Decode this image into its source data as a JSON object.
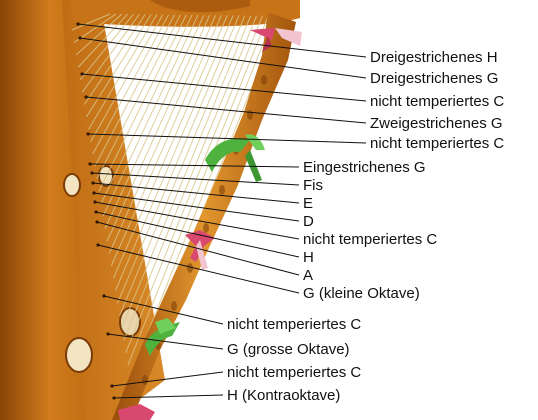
{
  "photo": {
    "subject": "wooden harp with strings",
    "colors": {
      "wood": "#c77418",
      "wood_dark": "#8a4408",
      "wood_light": "#e2962e",
      "string": "#d9c58a",
      "leader_line": "#111111",
      "ribbon_pink": "#d9486e",
      "ribbon_green": "#4fb23f"
    }
  },
  "labels": [
    {
      "text": "Dreigestrichenes H"
    },
    {
      "text": "Dreigestrichenes G"
    },
    {
      "text": "nicht temperiertes C"
    },
    {
      "text": "Zweigestrichenes G"
    },
    {
      "text": "nicht temperiertes C"
    },
    {
      "text": "Eingestrichenes G"
    },
    {
      "text": "Fis"
    },
    {
      "text": "E"
    },
    {
      "text": "D"
    },
    {
      "text": "nicht temperiertes C"
    },
    {
      "text": "H"
    },
    {
      "text": "A"
    },
    {
      "text": "G (kleine Oktave)"
    },
    {
      "text": "nicht temperiertes C"
    },
    {
      "text": "G (grosse Oktave)"
    },
    {
      "text": "nicht temperiertes C"
    },
    {
      "text": "H (Kontraoktave)"
    }
  ]
}
